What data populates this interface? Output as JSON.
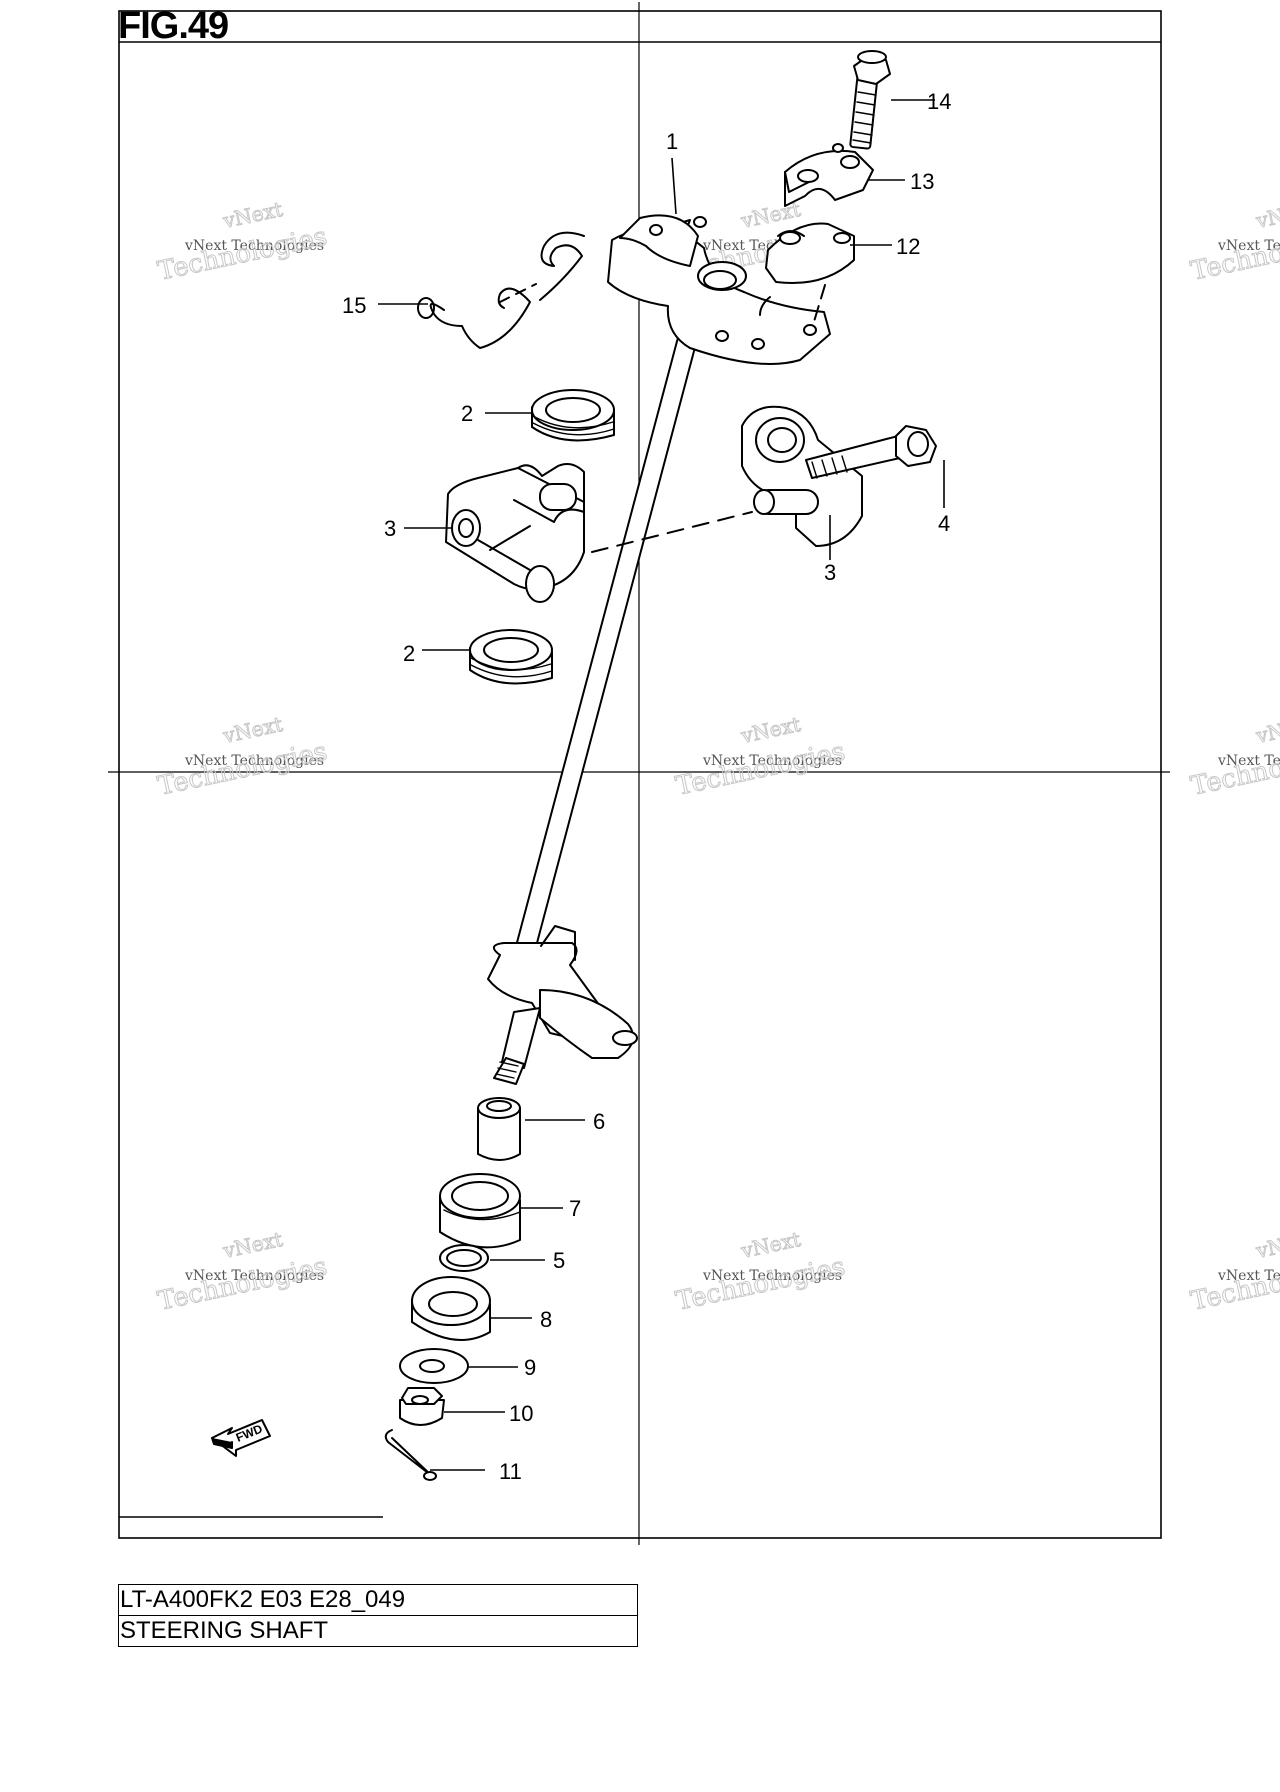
{
  "figure": {
    "title": "FIG.49"
  },
  "watermark": {
    "line1": "vNext",
    "line2": "vNext Technologies",
    "line3": "Technologies"
  },
  "parts": [
    {
      "callout": "1"
    },
    {
      "callout": "2"
    },
    {
      "callout": "2"
    },
    {
      "callout": "3"
    },
    {
      "callout": "3"
    },
    {
      "callout": "4"
    },
    {
      "callout": "5"
    },
    {
      "callout": "6"
    },
    {
      "callout": "7"
    },
    {
      "callout": "8"
    },
    {
      "callout": "9"
    },
    {
      "callout": "10"
    },
    {
      "callout": "11"
    },
    {
      "callout": "12"
    },
    {
      "callout": "13"
    },
    {
      "callout": "14"
    },
    {
      "callout": "15"
    }
  ],
  "direction_arrow": {
    "label": "FWD"
  },
  "footer": {
    "model_code": "LT-A400FK2 E03 E28_049",
    "section_name": "STEERING SHAFT"
  },
  "colors": {
    "line": "#000000",
    "watermark": "#c8c8c8",
    "background": "#ffffff"
  }
}
